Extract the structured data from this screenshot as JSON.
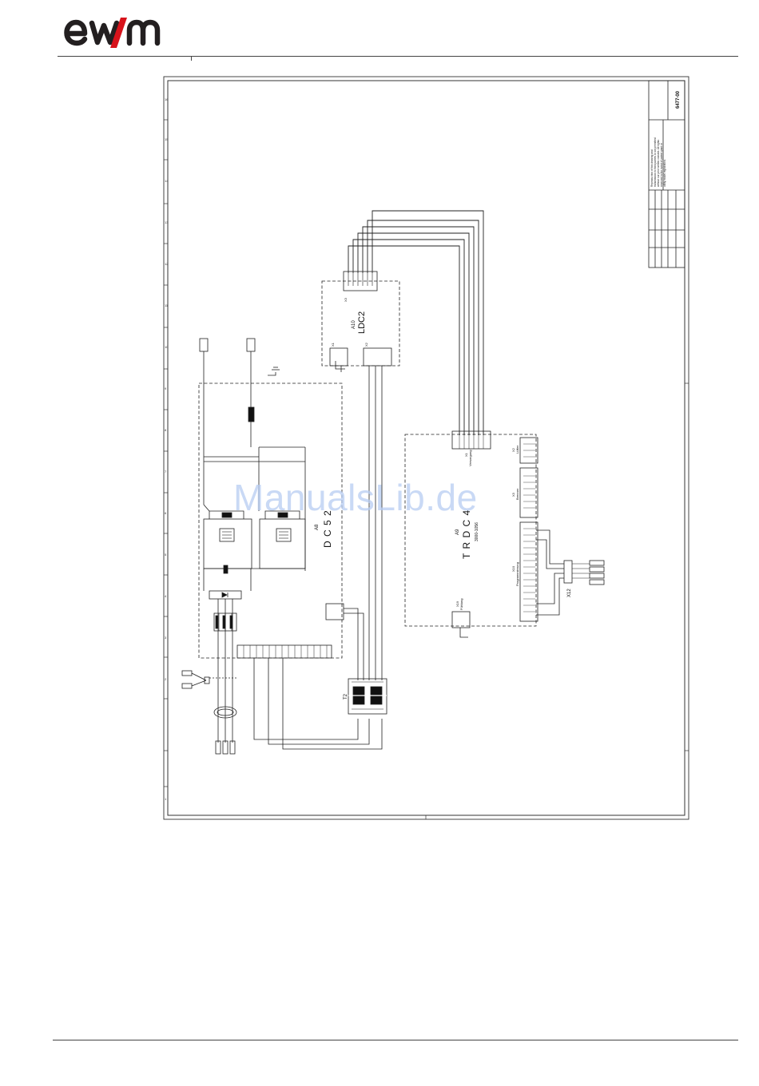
{
  "header": {
    "logo_text": "ewm",
    "brand_color": "#d7131b",
    "logo_color": "#231f20"
  },
  "watermark": {
    "text": "ManualsLib.de",
    "color": "#b8cdf2"
  },
  "schematic": {
    "drawing_number": "6477-00",
    "modules": {
      "ldc2": {
        "ref": "A10",
        "name": "LDC2",
        "connectors": [
          "X1",
          "X2",
          "X3"
        ]
      },
      "dc52": {
        "ref": "A8",
        "name": "D C 5 2"
      },
      "trdc4": {
        "ref": "A9",
        "name": "T R D C 4",
        "part": "3000-1056"
      },
      "transformer": {
        "ref": "T2"
      }
    },
    "trdc4_connectors": {
      "x1": {
        "ref": "X1",
        "label": "Versorgung"
      },
      "x2": {
        "ref": "X2",
        "label": "Lüfter"
      },
      "x3": {
        "ref": "X3",
        "label": "Brenner"
      },
      "x10": {
        "ref": "X10",
        "label": "Programmierung"
      },
      "x19": {
        "ref": "X19",
        "label": "Fühlung"
      },
      "x12": {
        "ref": "X12"
      }
    },
    "title_block": {
      "notice": [
        "Reproduction of this drawing and",
        "transmission to third parties is not permitted",
        "without our prior written consent. All rights",
        "reserved in the event of patent grant or",
        "utility model registration."
      ]
    },
    "frame_numbers": [
      "1",
      "2",
      "3",
      "4",
      "5",
      "6",
      "7",
      "8",
      "9",
      "10",
      "11",
      "12",
      "13",
      "14",
      "15",
      "16"
    ]
  }
}
